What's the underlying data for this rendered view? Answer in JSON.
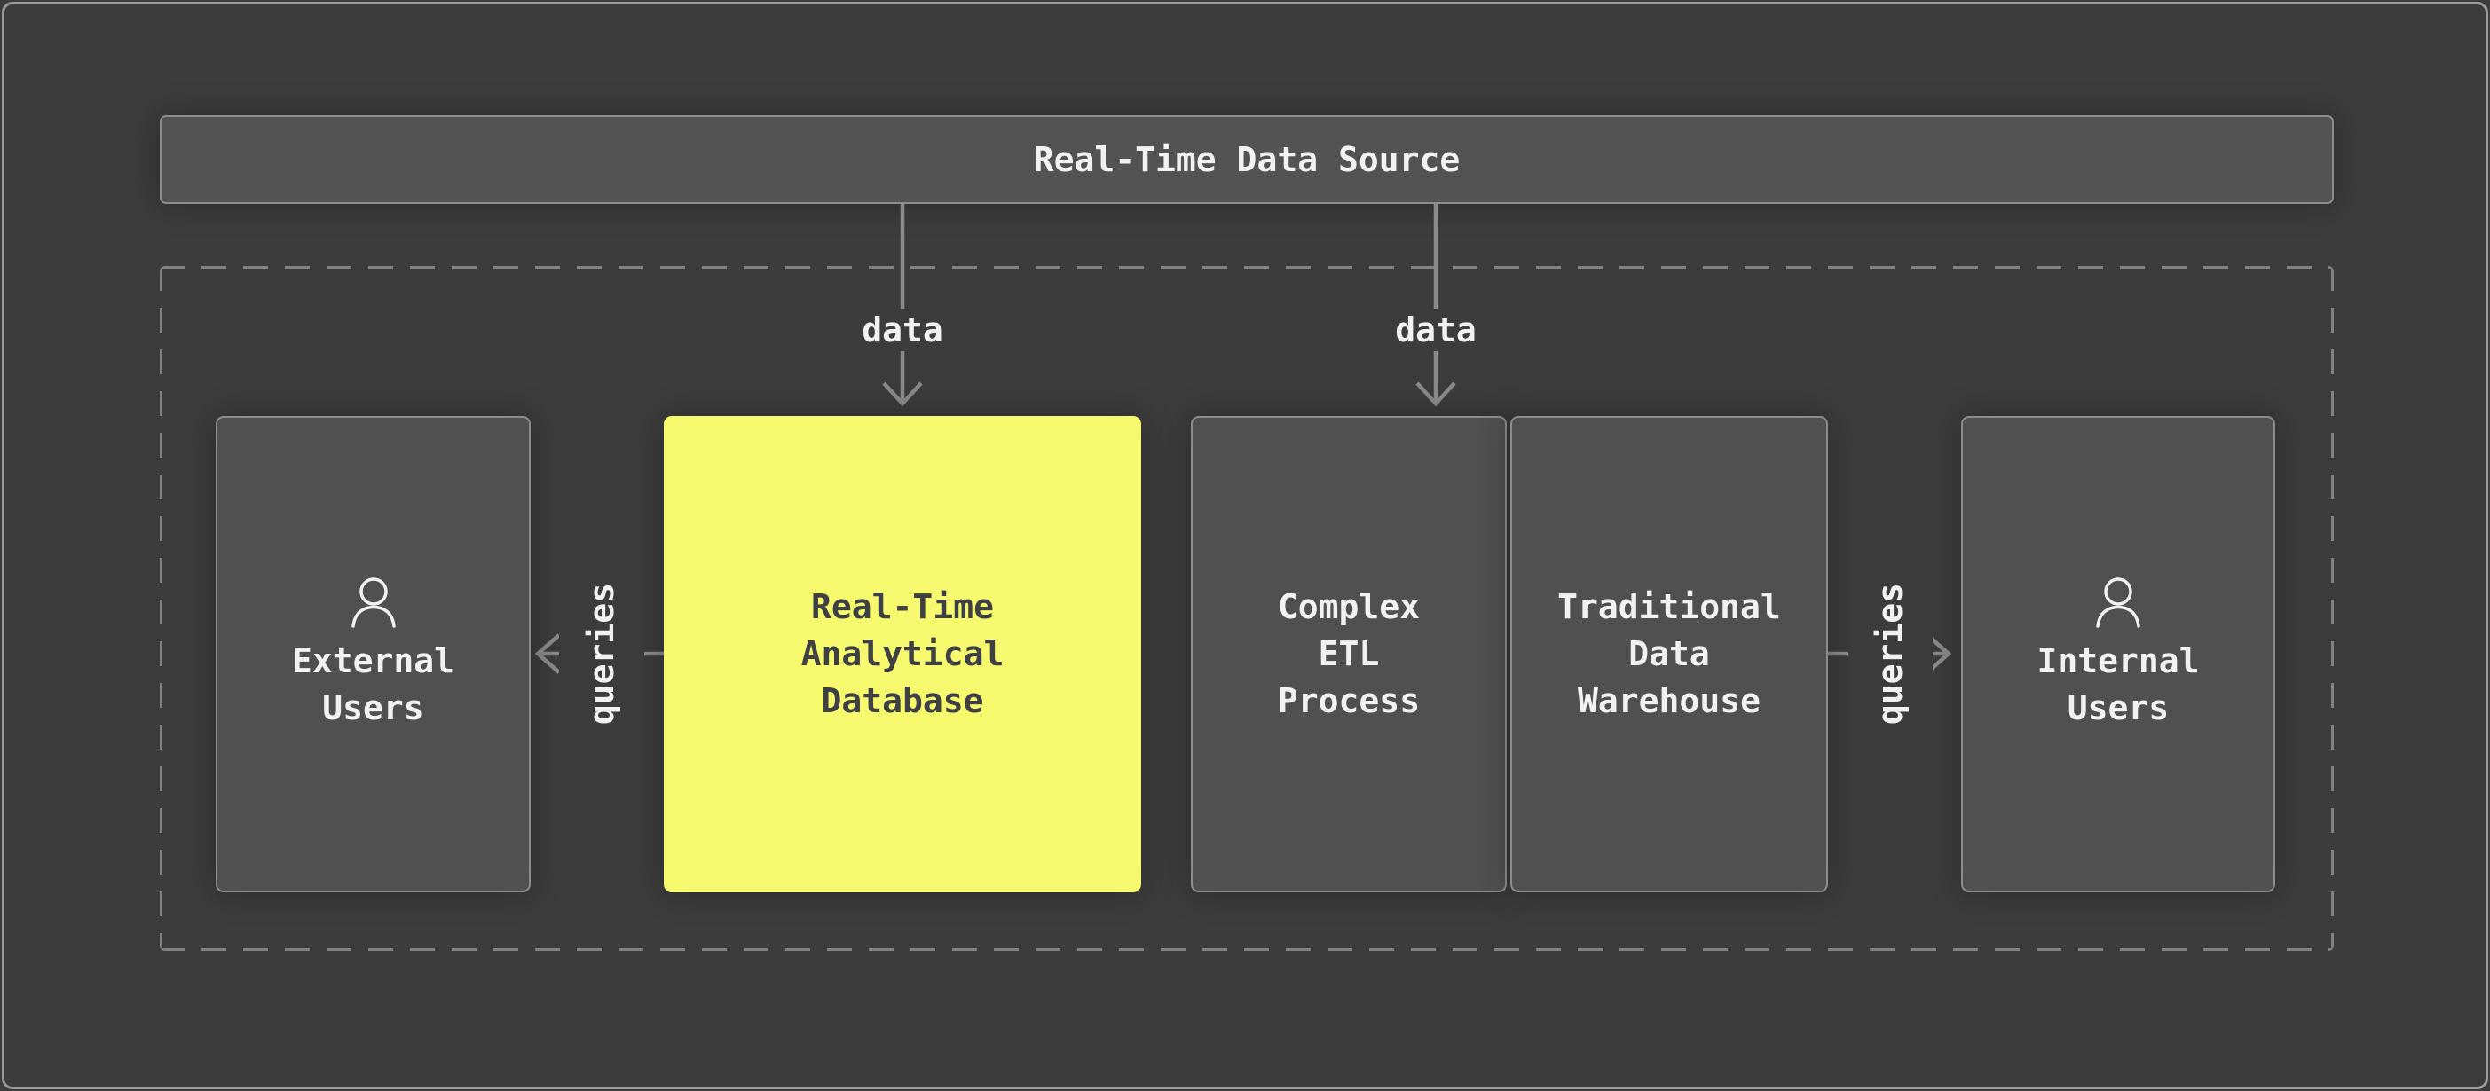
{
  "colors": {
    "background": "#3c3c3d",
    "frame_border": "#9a9a9a",
    "node_fill": "#505051",
    "node_border": "#8d8d8d",
    "top_fill": "#535354",
    "highlight_fill": "#f6f96d",
    "highlight_text": "#3e4043",
    "text": "#f1f1f1",
    "arrow": "#8a8a8a",
    "dashed_border": "#828282"
  },
  "top_bar": {
    "label": "Real-Time Data Source"
  },
  "nodes": {
    "external_users": {
      "icon": "person-icon",
      "lines": [
        "External",
        "Users"
      ]
    },
    "realtime_db": {
      "highlighted": true,
      "lines": [
        "Real-Time",
        "Analytical",
        "Database"
      ]
    },
    "etl": {
      "lines": [
        "Complex",
        "ETL",
        "Process"
      ]
    },
    "warehouse": {
      "lines": [
        "Traditional",
        "Data",
        "Warehouse"
      ]
    },
    "internal_users": {
      "icon": "person-icon",
      "lines": [
        "Internal",
        "Users"
      ]
    }
  },
  "edges": {
    "data_to_db": {
      "label": "data"
    },
    "data_to_etl": {
      "label": "data"
    },
    "queries_external": {
      "label": "queries"
    },
    "queries_internal": {
      "label": "queries"
    }
  }
}
